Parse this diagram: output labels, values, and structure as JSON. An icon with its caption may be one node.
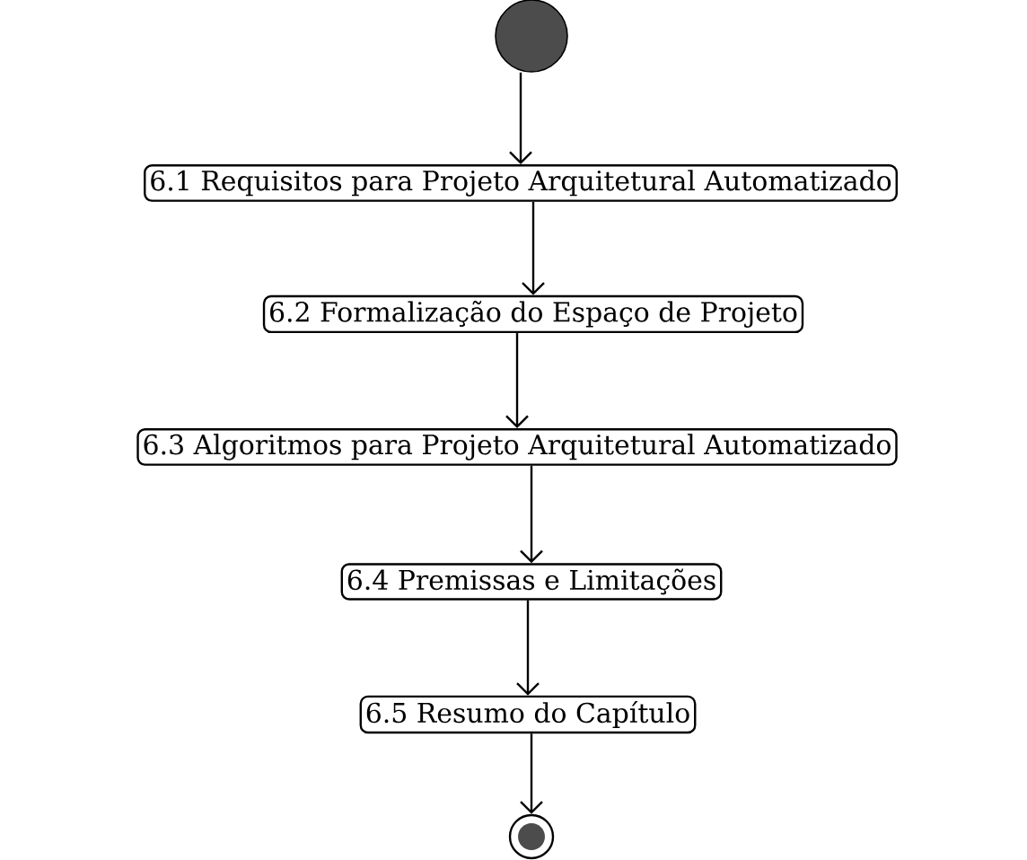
{
  "diagram": {
    "nodes": [
      {
        "text": [],
        "shape": "circle"
      },
      {
        "text": [
          "6.1 Requisitos para Projeto Arquitetural Automatizado"
        ]
      },
      {
        "text": [
          "6.2 Formalização do Espaço de Projeto"
        ]
      },
      {
        "text": [
          "6.3 Algoritmos para Projeto Arquitetural Automatizado"
        ]
      },
      {
        "text": [
          "6.4 Premissas e Limitações"
        ]
      },
      {
        "text": [
          "6.5 Resumo do Capítulo"
        ]
      },
      {
        "text": [],
        "shape": "bullseye"
      }
    ],
    "edges": [
      {
        "from": 0,
        "to": 1,
        "arrow": "to"
      },
      {
        "from": 1,
        "to": 2,
        "arrow": "to"
      },
      {
        "from": 2,
        "to": 3,
        "arrow": "to"
      },
      {
        "from": 3,
        "to": 4,
        "arrow": "to"
      },
      {
        "from": 4,
        "to": 5,
        "arrow": "to"
      },
      {
        "from": 5,
        "to": 6,
        "arrow": "to"
      }
    ]
  }
}
